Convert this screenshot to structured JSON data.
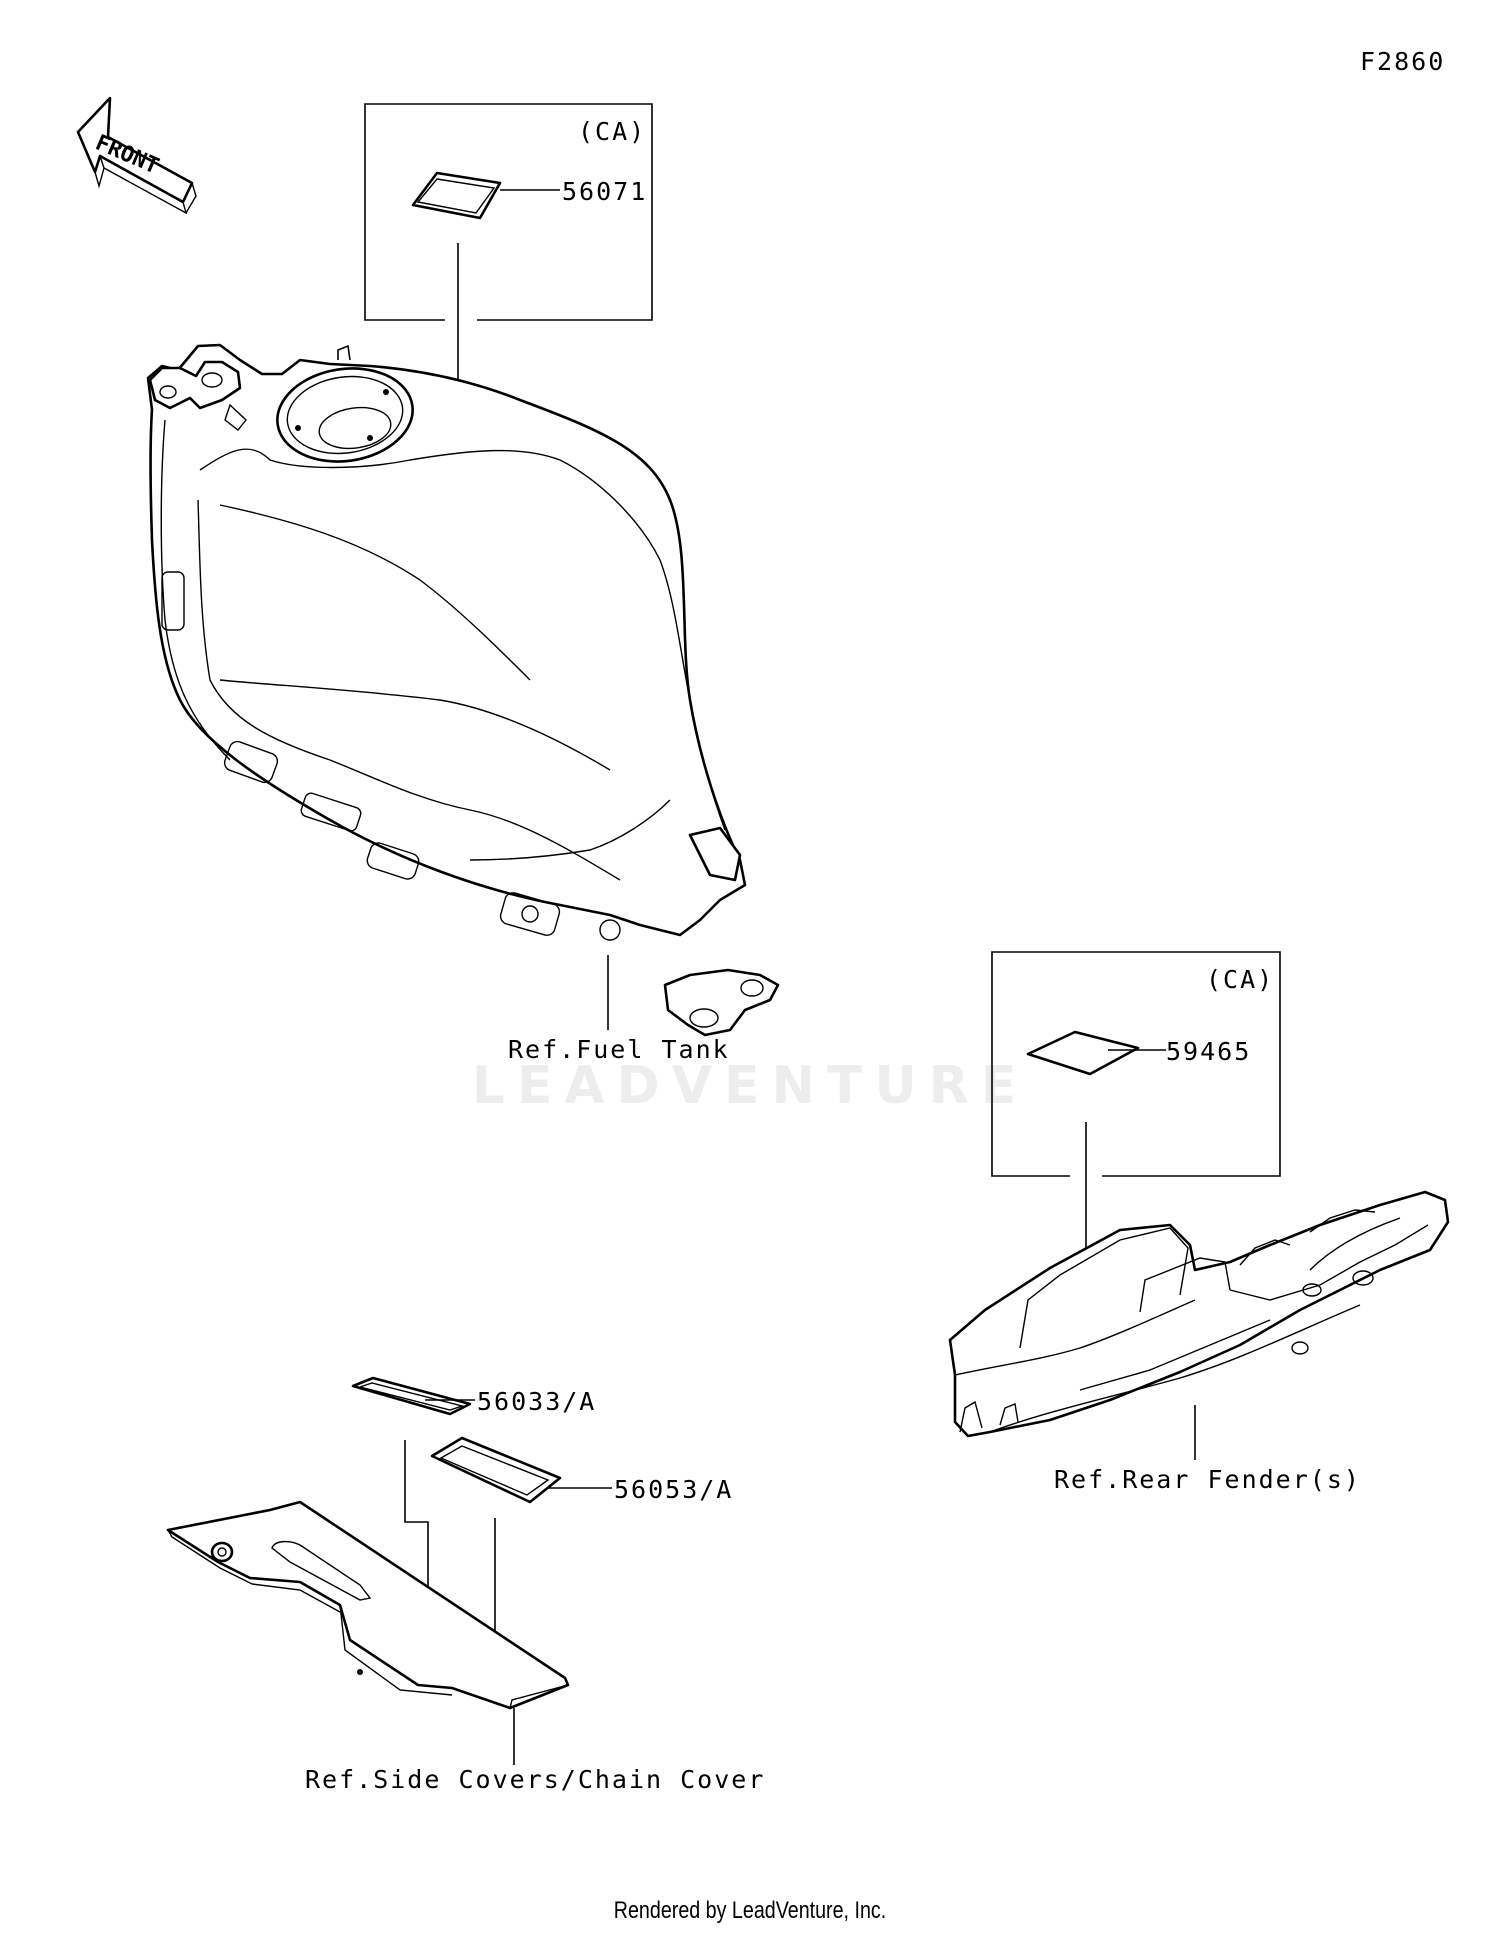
{
  "diagram_code": "F2860",
  "direction_label": "FRONT",
  "watermark": "LEADVENTURE",
  "footer": "Rendered by LeadVenture, Inc.",
  "groups": {
    "fuel_tank": {
      "region": "(CA)",
      "part": "56071",
      "ref": "Ref.Fuel Tank"
    },
    "rear_fender": {
      "region": "(CA)",
      "part": "59465",
      "ref": "Ref.Rear Fender(s)"
    },
    "side_covers": {
      "part_a": "56033/A",
      "part_b": "56053/A",
      "ref": "Ref.Side Covers/Chain Cover"
    }
  }
}
